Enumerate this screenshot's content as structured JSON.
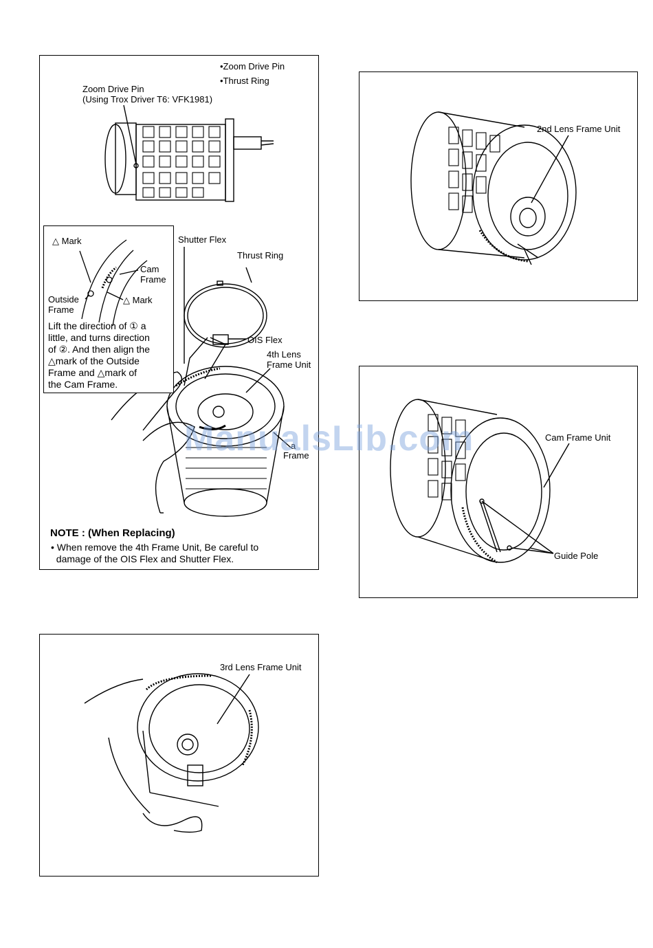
{
  "panel1": {
    "top_bullets": [
      "•Zoom Drive Pin",
      "•Thrust Ring"
    ],
    "zoom_pin_label_1": "Zoom Drive Pin",
    "zoom_pin_label_2": "(Using Trox Driver T6: VFK1981)",
    "inset": {
      "mark1": "△ Mark",
      "cam_frame_1": "Cam",
      "cam_frame_2": "Frame",
      "outside_1": "Outside",
      "outside_2": "Frame",
      "mark2": "△ Mark",
      "instruction_lines": [
        "Lift the direction of ① a",
        "little, and turns direction",
        "of ②. And then align the",
        "△mark of the Outside",
        "Frame and △mark of",
        "the Cam Frame."
      ]
    },
    "shutter_flex": "Shutter Flex",
    "thrust_ring": "Thrust Ring",
    "ois_flex": "OIS Flex",
    "lens4_1": "4th Lens",
    "lens4_2": "Frame Unit",
    "cam_frame_partial_1": "a",
    "cam_frame_partial_2": "Frame",
    "note_heading": "NOTE : (When Replacing)",
    "note_lines": [
      "• When remove the 4th Frame Unit, Be careful to",
      "  damage of the OIS Flex and Shutter Flex."
    ]
  },
  "panel2": {
    "label": "2nd Lens Frame Unit"
  },
  "panel3": {
    "label": "Cam Frame Unit",
    "guide_pole": "Guide Pole"
  },
  "panel4": {
    "label": "3rd Lens Frame Unit"
  },
  "watermark": "ManualsLib.com"
}
